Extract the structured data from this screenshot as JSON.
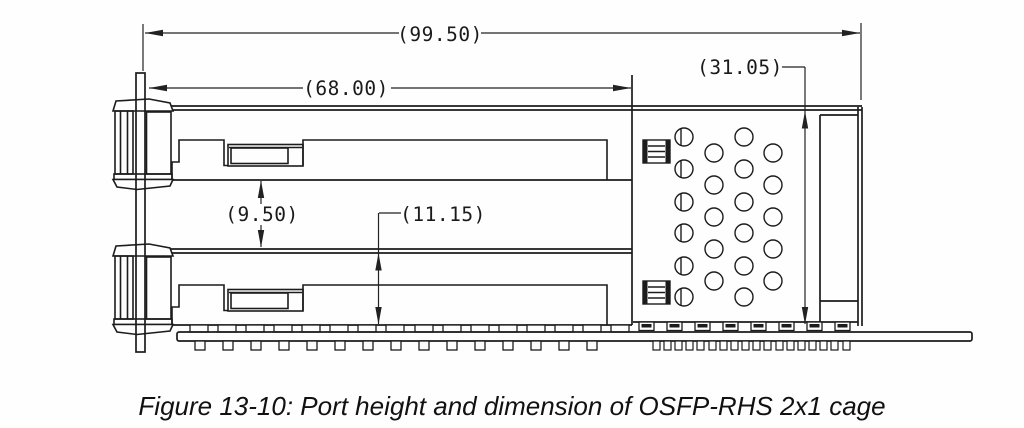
{
  "figure": {
    "caption": "Figure 13-10: Port height and dimension of OSFP-RHS 2x1 cage",
    "dimensions": {
      "overall_length": "(99.50)",
      "cage_length": "(68.00)",
      "rear_height": "(31.05)",
      "port_spacing": "(9.50)",
      "port_height": "(11.15)"
    }
  }
}
